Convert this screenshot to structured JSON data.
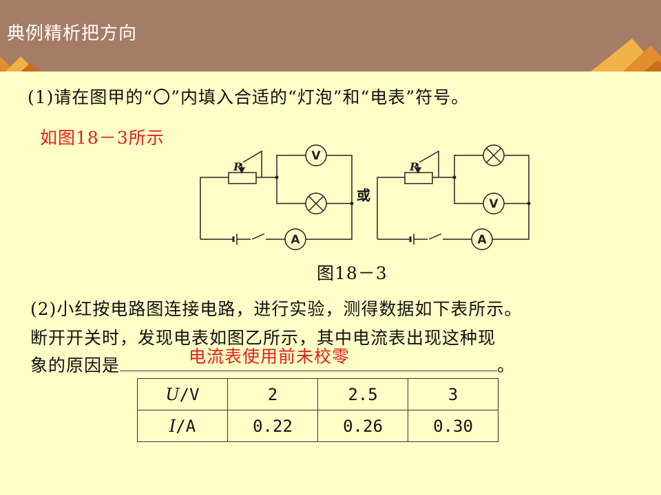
{
  "header": {
    "title": "典例精析把方向"
  },
  "question1": "(1)请在图甲的“〇”内填入合适的“灯泡”和“电表”符号。",
  "answer1": "如图18－3所示",
  "figure": {
    "separator": "或",
    "caption": "图18－3"
  },
  "question2": {
    "line1": "(2)小红按电路图连接电路，进行实验，测得数据如下表所示。",
    "line2": "断开开关时，发现电表如图乙所示，其中电流表出现这种现",
    "line3_prefix": "象的原因是",
    "line3_suffix": "。",
    "answer": "电流表使用前未校零"
  },
  "table": {
    "rows": [
      {
        "var": "U",
        "unit": "/V",
        "values": [
          "2",
          "2.5",
          "3"
        ]
      },
      {
        "var": "I",
        "unit": "/A",
        "values": [
          "0.22",
          "0.26",
          "0.30"
        ]
      }
    ]
  },
  "colors": {
    "header": "#a57c66",
    "background": "#ffffc8",
    "answer": "#e0201c",
    "accent": "#e9a23b"
  }
}
